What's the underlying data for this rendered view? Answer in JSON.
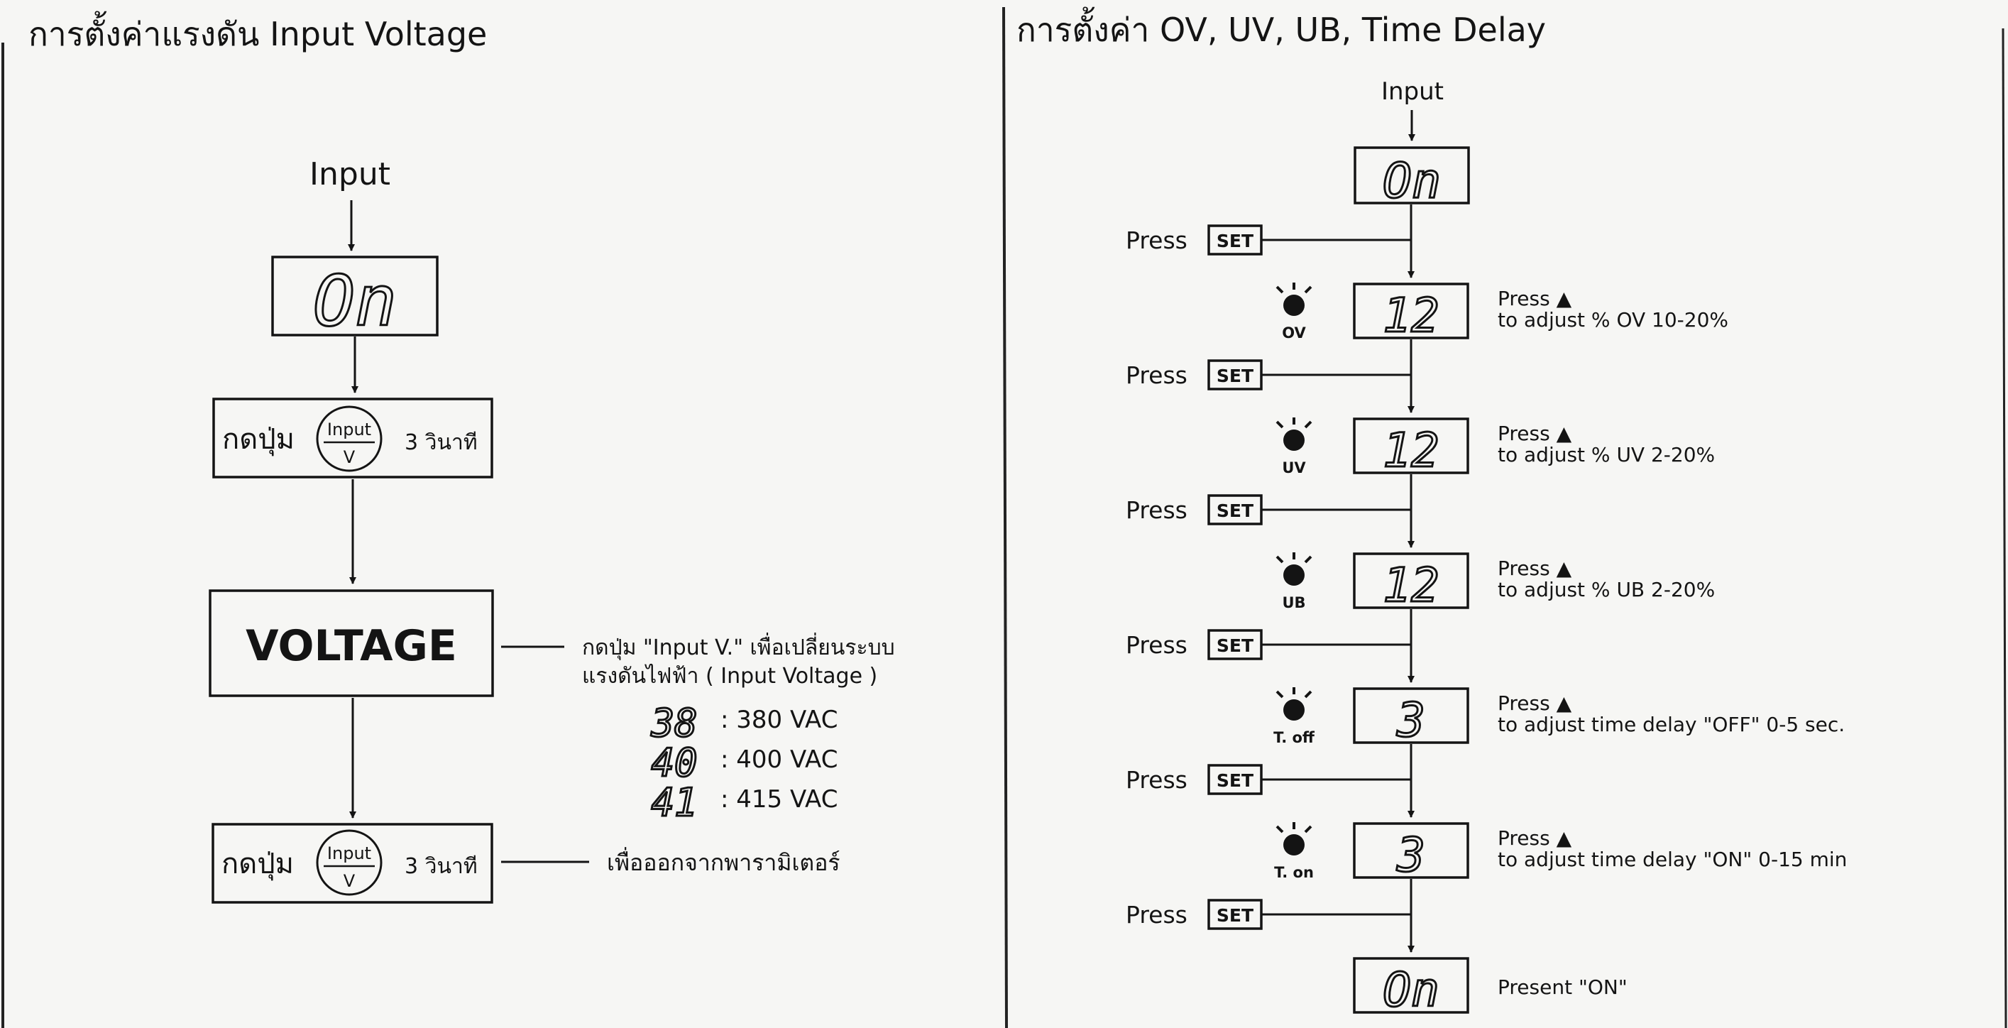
{
  "left": {
    "title": "การตั้งค่าแรงดัน Input Voltage",
    "input_label": "Input",
    "display_on": "On",
    "button_press_label": "กดปุ่ม",
    "knob_top": "Input",
    "knob_bottom": "V",
    "seconds_label": "3 วินาที",
    "voltage_label": "VOLTAGE",
    "voltage_note_line1": "กดปุ่ม \"Input V.\" เพื่อเปลี่ยนระบบ",
    "voltage_note_line2": "แรงดันไฟฟ้า ( Input Voltage )",
    "options": [
      {
        "display": "38",
        "label": ": 380 VAC"
      },
      {
        "display": "40",
        "label": ": 400 VAC"
      },
      {
        "display": "41",
        "label": ": 415 VAC"
      }
    ],
    "exit_note": "เพื่อออกจากพารามิเตอร์"
  },
  "right": {
    "title": "การตั้งค่า OV, UV, UB, Time Delay",
    "input_label": "Input",
    "display_on": "On",
    "press_label": "Press",
    "set_label": "SET",
    "steps": [
      {
        "indicator": "OV",
        "display": "12",
        "line1": "Press ▲",
        "line2": "to adjust % OV 10-20%"
      },
      {
        "indicator": "UV",
        "display": "12",
        "line1": "Press ▲",
        "line2": "to adjust % UV 2-20%"
      },
      {
        "indicator": "UB",
        "display": "12",
        "line1": "Press ▲",
        "line2": "to adjust % UB 2-20%"
      },
      {
        "indicator": "T. off",
        "display": "3",
        "line1": "Press ▲",
        "line2": "to adjust time delay \"OFF\" 0-5 sec."
      },
      {
        "indicator": "T. on",
        "display": "3",
        "line1": "Press ▲",
        "line2": "to adjust time delay \"ON\" 0-15 min"
      }
    ],
    "final_display": "On",
    "final_note": "Present \"ON\""
  }
}
